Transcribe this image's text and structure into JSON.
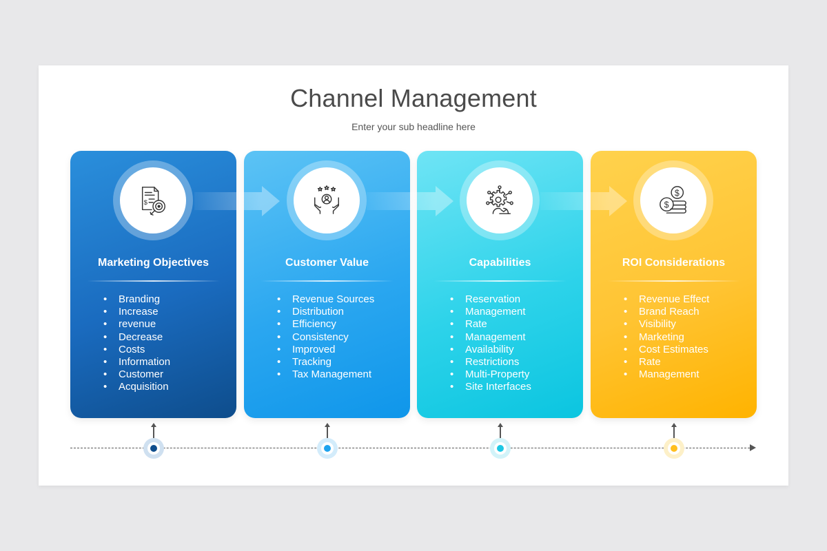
{
  "slide": {
    "title": "Channel Management",
    "subtitle": "Enter your sub headline here"
  },
  "cards": [
    {
      "title": "Marketing Objectives",
      "icon": "document-target-icon",
      "color": "#1a6bbf",
      "items": [
        "Branding",
        "Increase",
        "revenue",
        "Decrease",
        "Costs",
        "Information",
        "Customer",
        "Acquisition"
      ]
    },
    {
      "title": "Customer Value",
      "icon": "hands-user-stars-icon",
      "color": "#2ba7f0",
      "items": [
        "Revenue Sources",
        "Distribution",
        "Efficiency",
        "Consistency",
        "Improved",
        "Tracking",
        "Tax Management"
      ]
    },
    {
      "title": "Capabilities",
      "icon": "gear-network-icon",
      "color": "#2ed3ea",
      "items": [
        "Reservation",
        "Management",
        "Rate",
        "Management",
        "Availability",
        "Restrictions",
        "Multi-Property",
        "Site Interfaces"
      ]
    },
    {
      "title": "ROI Considerations",
      "icon": "coins-dollar-icon",
      "color": "#ffc433",
      "items": [
        "Revenue Effect",
        "Brand Reach",
        "Visibility",
        "Marketing",
        "Cost Estimates",
        "Rate",
        "Management"
      ]
    }
  ],
  "timeline": {
    "markers": [
      {
        "color": "#0e4d8c",
        "halo": "#cfe0f0"
      },
      {
        "color": "#1ea3ee",
        "halo": "#d3ecfb"
      },
      {
        "color": "#1cc8e4",
        "halo": "#d2f3f9"
      },
      {
        "color": "#ffbf1f",
        "halo": "#fdf0c8"
      }
    ]
  }
}
